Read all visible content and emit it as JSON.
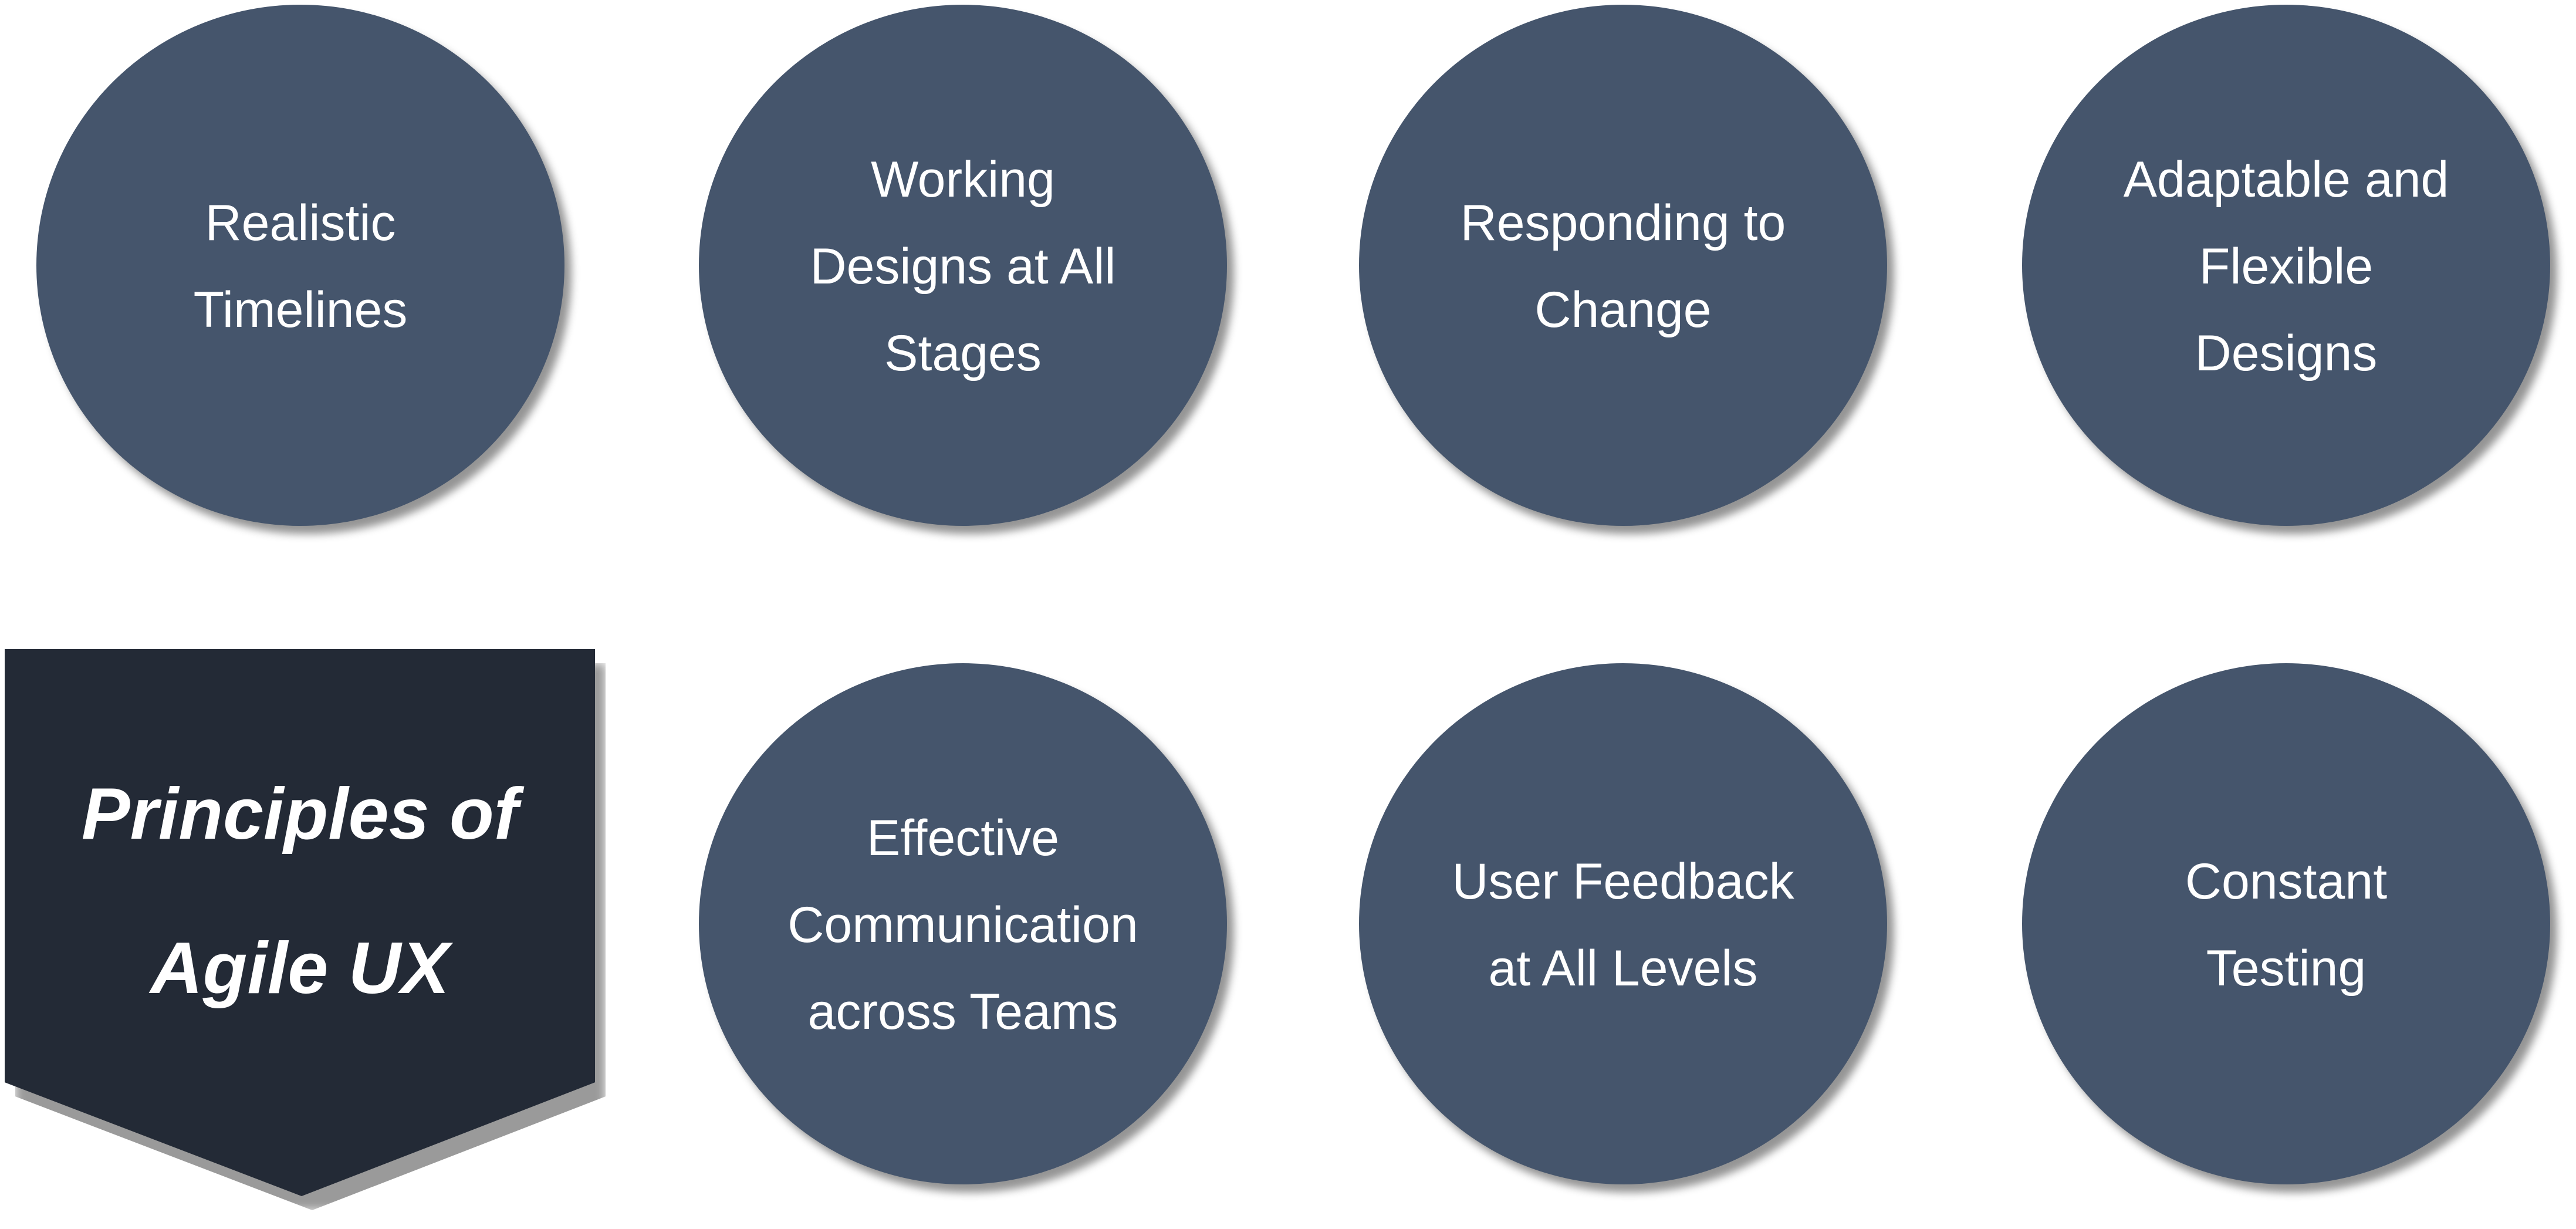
{
  "title": {
    "lines": [
      "Principles of",
      "Agile UX"
    ]
  },
  "colors": {
    "circle_fill": "#45556c",
    "banner_fill": "#232a36",
    "shadow": "#9a9a9a",
    "text": "#ffffff",
    "background": "#ffffff"
  },
  "principles": [
    {
      "lines": [
        "Realistic",
        "Timelines"
      ]
    },
    {
      "lines": [
        "Working",
        "Designs at All",
        "Stages"
      ]
    },
    {
      "lines": [
        "Responding to",
        "Change"
      ]
    },
    {
      "lines": [
        "Adaptable and",
        "Flexible",
        "Designs"
      ]
    },
    {
      "lines": [
        "Effective",
        "Communication",
        "across Teams"
      ]
    },
    {
      "lines": [
        "User Feedback",
        "at All Levels"
      ]
    },
    {
      "lines": [
        "Constant",
        "Testing"
      ]
    }
  ]
}
